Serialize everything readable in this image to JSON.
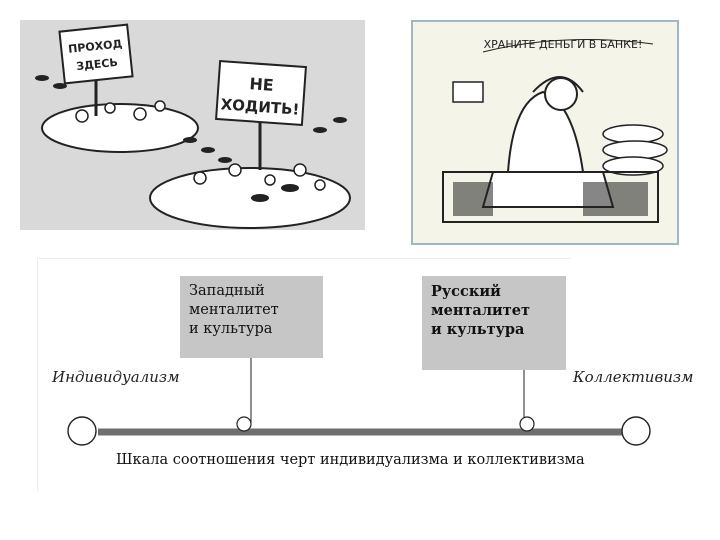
{
  "left_cartoon": {
    "sign_top": [
      "ПРОХОД",
      "ЗДЕСЬ"
    ],
    "sign_bottom": [
      "НЕ",
      "ХОДИТЬ!"
    ]
  },
  "right_cartoon": {
    "caption": "ХРАНИТЕ ДЕНЬГИ В БАНКЕ!"
  },
  "diagram": {
    "western_box": [
      "Западный",
      "менталитет",
      "и культура"
    ],
    "russian_box": [
      "Русский",
      "менталитет",
      "и культура"
    ],
    "left_pole": "Индивидуализм",
    "right_pole": "Коллективизм",
    "caption": "Шкала соотношения черт индивидуализма и коллективизма"
  },
  "colors": {
    "box_fill": "#c6c6c6",
    "scale_bar": "#6f6f6f"
  }
}
